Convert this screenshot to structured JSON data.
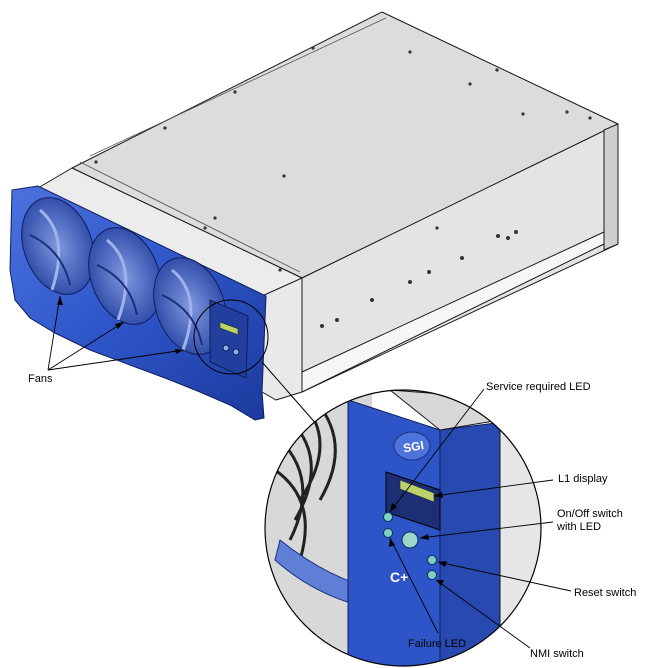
{
  "labels": {
    "fans": "Fans",
    "service_led": "Service required LED",
    "l1_display": "L1 display",
    "onoff_line1": "On/Off switch",
    "onoff_line2": "with LED",
    "reset": "Reset switch",
    "failure": "Failure LED",
    "nmi": "NMI switch"
  },
  "colors": {
    "bezel_blue": "#2e55c8",
    "bezel_light": "#6f8fe3",
    "bezel_dark": "#152d8a",
    "chassis_top": "#dcdcdc",
    "chassis_side": "#e6e6e6",
    "outline": "#1a1a1a"
  }
}
